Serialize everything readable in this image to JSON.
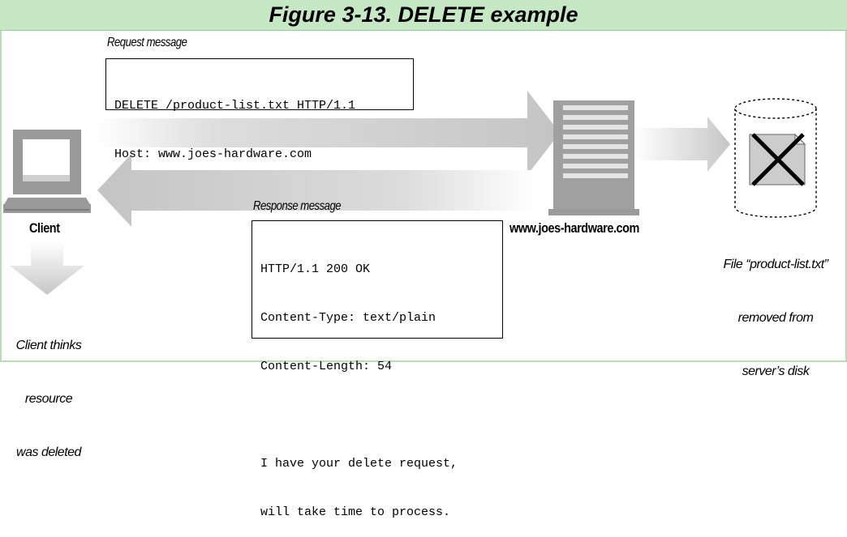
{
  "figure_title": "Figure 3-13. DELETE example",
  "request": {
    "caption": "Request message",
    "lines": [
      "DELETE /product-list.txt HTTP/1.1",
      "Host: www.joes-hardware.com"
    ]
  },
  "response": {
    "caption": "Response message",
    "lines": [
      "HTTP/1.1 200 OK",
      "Content-Type: text/plain",
      "Content-Length: 54",
      "",
      "I have your delete request,",
      "will take time to process."
    ]
  },
  "client": {
    "label": "Client",
    "note_lines": [
      "Client thinks",
      "resource",
      "was deleted"
    ]
  },
  "server": {
    "label": "www.joes-hardware.com"
  },
  "disk": {
    "note_lines": [
      "File “product-list.txt”",
      "removed from",
      "server’s disk"
    ]
  },
  "colors": {
    "title_bg": "#c7e8c4",
    "arrow": "#c8c8c8",
    "device": "#9a9a9a"
  }
}
